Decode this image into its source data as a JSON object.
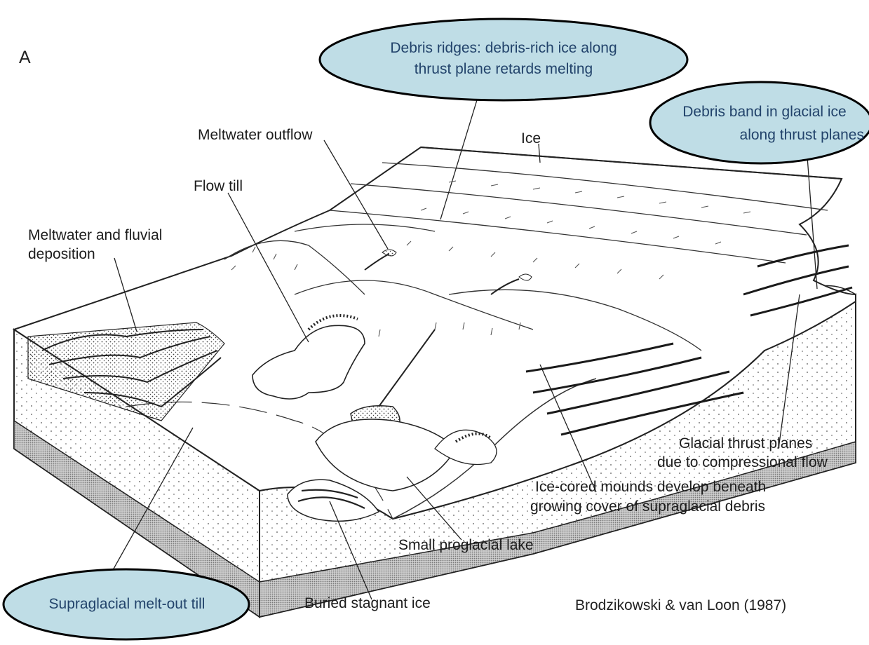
{
  "panel_label": "A",
  "labels": {
    "ice": "Ice",
    "meltwater_outflow": "Meltwater outflow",
    "flow_till": "Flow till",
    "meltwater_fluvial_1": "Meltwater and fluvial",
    "meltwater_fluvial_2": "deposition",
    "glacial_thrust_1": "Glacial thrust planes",
    "glacial_thrust_2": "due to compressional flow",
    "ice_cored_1": "Ice-cored mounds develop beneath",
    "ice_cored_2": "growing cover of supraglacial debris",
    "proglacial_lake": "Small proglacial lake",
    "buried_ice": "Buried stagnant ice"
  },
  "callouts": {
    "debris_ridges_1": "Debris ridges: debris-rich ice along",
    "debris_ridges_2": "thrust plane retards melting",
    "debris_band_1": "Debris band in glacial ice",
    "debris_band_2": "along thrust planes",
    "supraglacial_till": "Supraglacial melt-out till"
  },
  "credit": "Brodzikowski & van Loon (1987)",
  "colors": {
    "callout_fill": "#bfdde6",
    "callout_text": "#22436b",
    "line": "#222222"
  }
}
